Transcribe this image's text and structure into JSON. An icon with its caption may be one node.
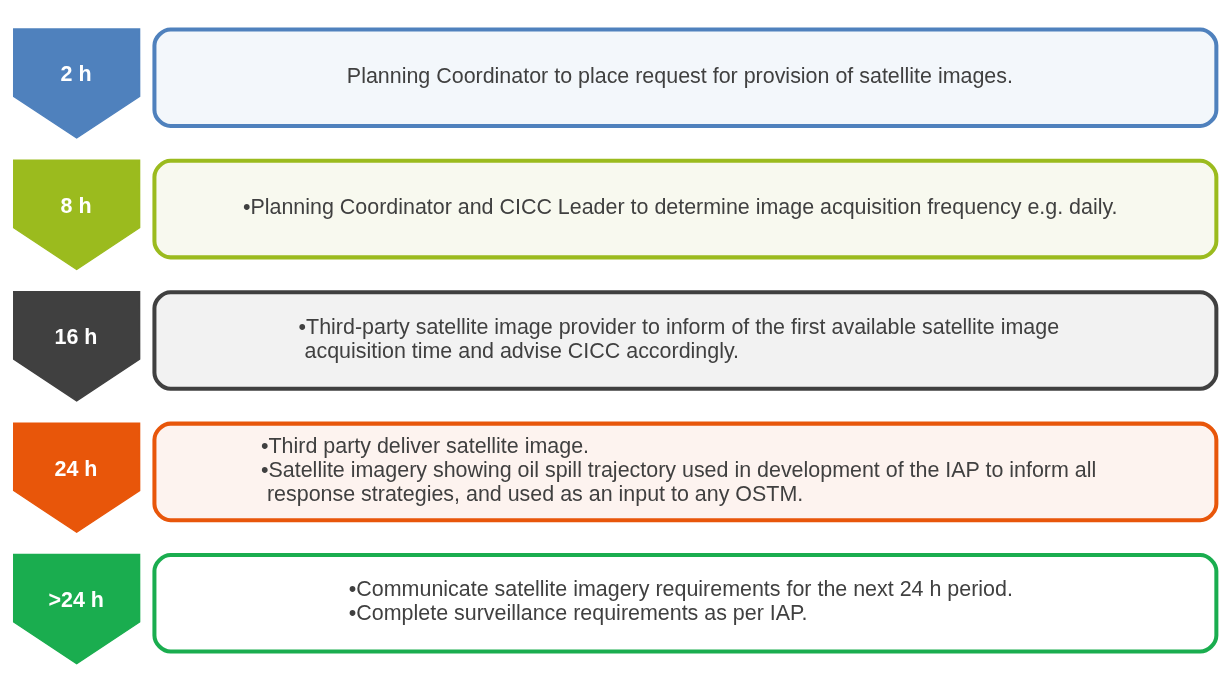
{
  "diagram": {
    "nodes": [
      {
        "text": [
          "2 h"
        ]
      },
      {
        "text": [
          "Planning Coordinator to place request for provision of satellite images."
        ]
      },
      {
        "text": [
          "8 h"
        ]
      },
      {
        "text": [
          "•Planning Coordinator and CICC Leader to determine image acquisition frequency e.g. daily."
        ]
      },
      {
        "text": [
          "16 h"
        ]
      },
      {
        "text": [
          "•Third-party satellite image provider to inform of the first available satellite image acquisition time and advise CICC accordingly."
        ]
      },
      {
        "text": [
          "24 h"
        ]
      },
      {
        "text": [
          "•Third party deliver satellite image.",
          "•Satellite imagery showing oil spill trajectory used in development of the IAP to inform all response strategies, and used as an input to any OSTM."
        ]
      },
      {
        "text": [
          ">24 h"
        ]
      },
      {
        "text": [
          "•Communicate satellite imagery requirements for the next 24 h period.",
          "•Complete surveillance requirements as per IAP."
        ]
      }
    ],
    "edges": []
  }
}
